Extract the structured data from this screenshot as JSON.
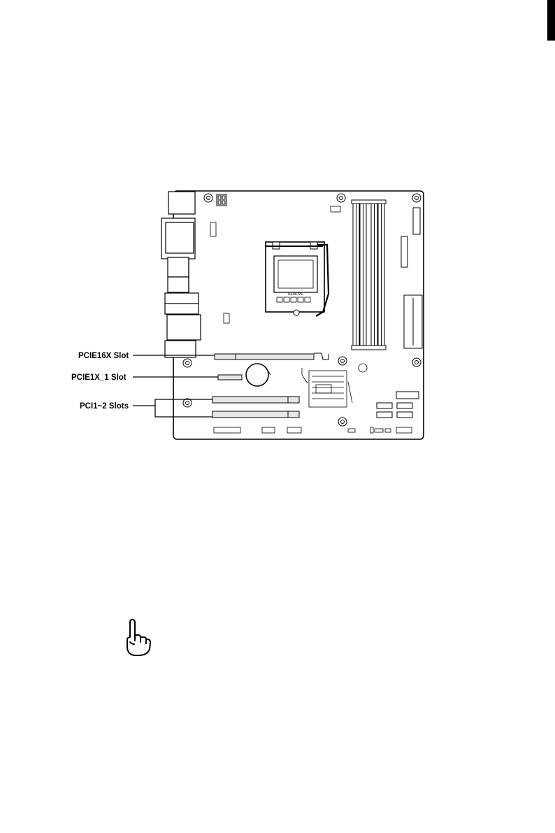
{
  "labels": {
    "pcie16x": "PCIE16X Slot",
    "pcie1x": "PCIE1X_1 Slot",
    "pci": "PCI1~2 Slots",
    "socket_text": "REMOVE"
  },
  "icons": {
    "note": "pointing-hand-icon",
    "page_tab": "page-edge-tab"
  },
  "colors": {
    "ink": "#000000",
    "slot_fill": "#e6e6e6",
    "paper": "#ffffff"
  }
}
